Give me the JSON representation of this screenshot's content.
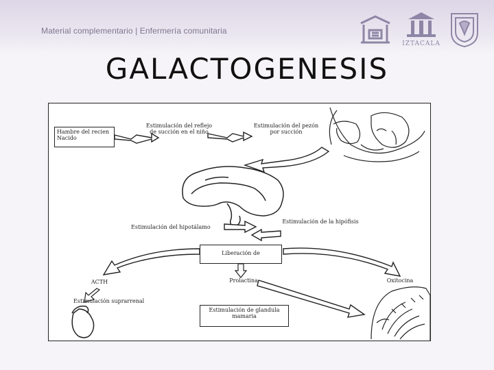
{
  "header": {
    "caption": "Material complementario | Enfermería comunitaria",
    "logos": [
      {
        "name": "unam-building-logo"
      },
      {
        "name": "iztacala-logo",
        "text": "IZTACALA"
      },
      {
        "name": "unam-seal-logo"
      }
    ]
  },
  "slide": {
    "title": "GALACTOGENESIS"
  },
  "diagram": {
    "hunger_box": "Hambre del recien Nacido",
    "suck_reflex": "Estimulación del reflejo de succión en el niño",
    "nipple_stim": "Estimulación del pezón por succión",
    "hypothalamus": "Estimulación del hipotálamo",
    "hypophysis": "Estimulación de la hipófisis",
    "release_box": "Liberación de",
    "acth": "ACTH",
    "prolactin": "Prolactina",
    "oxytocin": "Oxitocina",
    "adrenal": "Estimulación suprarrenal",
    "gland_box": "Estimulación de glandula mamaria"
  }
}
